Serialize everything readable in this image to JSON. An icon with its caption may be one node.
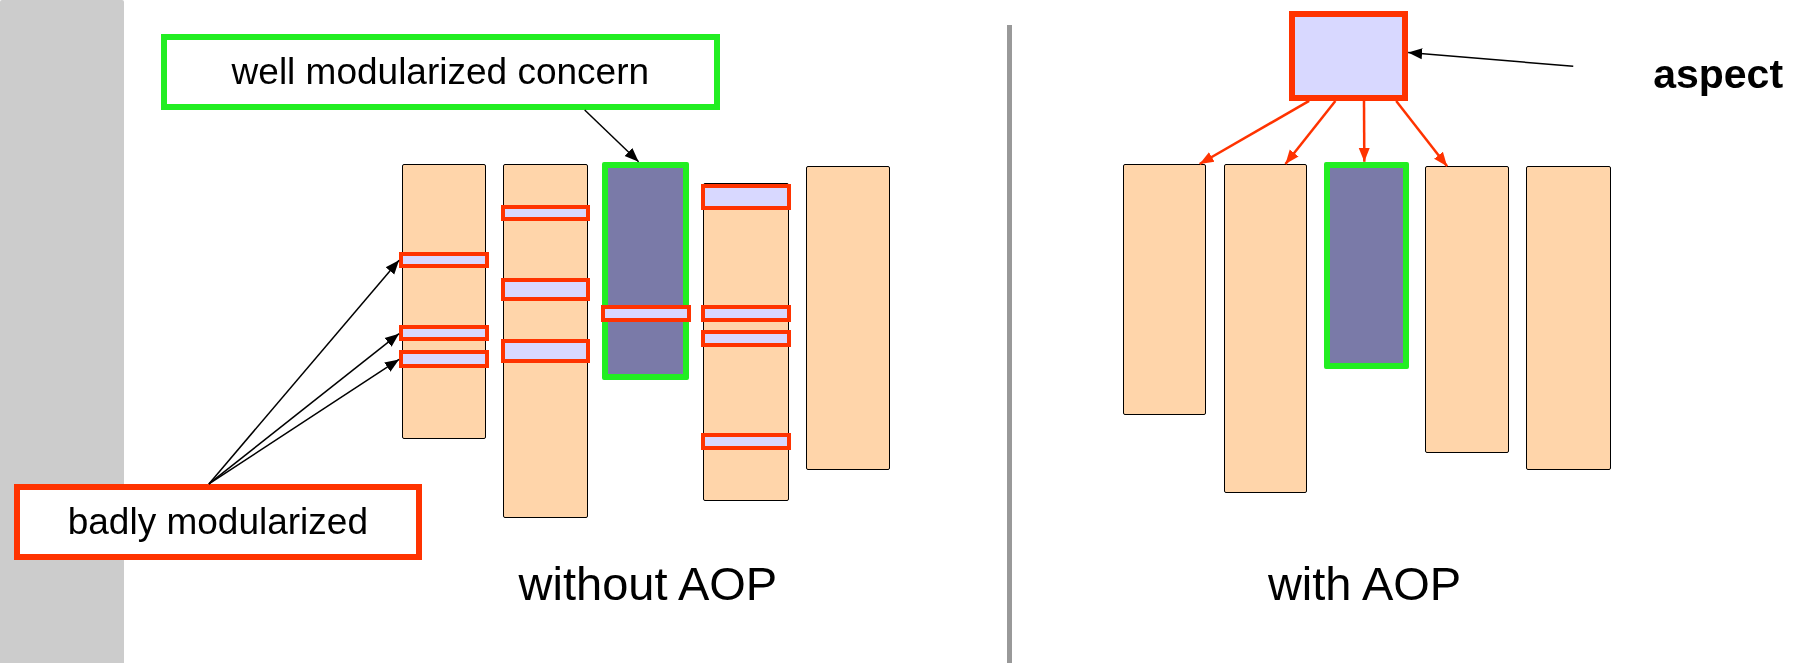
{
  "diagram": {
    "nodes": [
      {
        "text": [
          "well modularized concern"
        ]
      },
      {
        "text": [],
        "shape": "bar"
      },
      {
        "text": [],
        "shape": "bar"
      },
      {
        "text": [],
        "shape": "bar"
      },
      {
        "text": [],
        "shape": "bar"
      },
      {
        "text": [],
        "shape": "bar"
      },
      {
        "text": [],
        "shape": "box",
        "in": 1
      },
      {
        "text": [],
        "shape": "box",
        "in": 1
      },
      {
        "text": [],
        "shape": "box",
        "in": 1
      },
      {
        "text": [],
        "shape": "box",
        "in": 2
      },
      {
        "text": [],
        "shape": "box",
        "in": 2
      },
      {
        "text": [],
        "shape": "box",
        "in": 2
      },
      {
        "text": [],
        "shape": "box",
        "in": 3
      },
      {
        "text": [],
        "shape": "box",
        "in": 4
      },
      {
        "text": [],
        "shape": "box",
        "in": 4
      },
      {
        "text": [],
        "shape": "box",
        "in": 4
      },
      {
        "text": [],
        "shape": "box",
        "in": 4
      },
      {
        "text": [
          "badly modularized"
        ]
      },
      {
        "text": [],
        "shape": "box"
      },
      {
        "text": [
          "aspect"
        ]
      },
      {
        "text": [],
        "shape": "bar"
      },
      {
        "text": [],
        "shape": "bar"
      },
      {
        "text": [],
        "shape": "bar"
      },
      {
        "text": [],
        "shape": "bar"
      },
      {
        "text": [],
        "shape": "bar"
      },
      {
        "text": [],
        "shape": "bar"
      }
    ],
    "edges": [
      {
        "from": 0,
        "to": 3,
        "arrow": "to"
      },
      {
        "from": 17,
        "to": 6,
        "arrow": "to"
      },
      {
        "from": 17,
        "to": 7,
        "arrow": "to"
      },
      {
        "from": 17,
        "to": 8,
        "arrow": "to"
      },
      {
        "from": 19,
        "to": 18,
        "arrow": "to"
      },
      {
        "from": 18,
        "to": 20,
        "arrow": "to",
        "color": "#ff3300"
      },
      {
        "from": 18,
        "to": 21,
        "arrow": "to",
        "color": "#ff3300"
      },
      {
        "from": 18,
        "to": 22,
        "arrow": "to",
        "color": "#ff3300"
      },
      {
        "from": 18,
        "to": 23,
        "arrow": "to",
        "color": "#ff3300"
      }
    ],
    "labels": [
      "without AOP",
      "with AOP"
    ]
  }
}
